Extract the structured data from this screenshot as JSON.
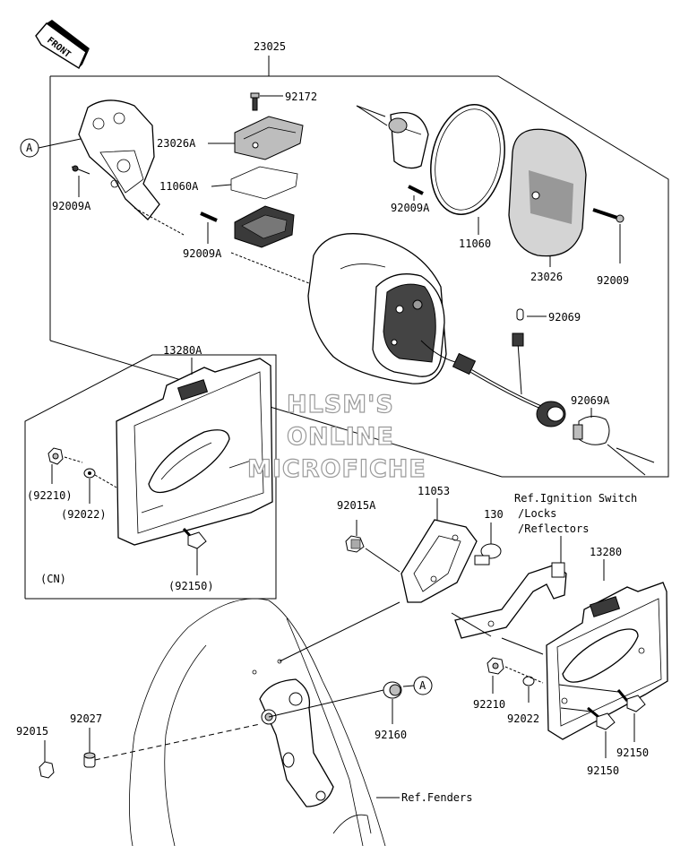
{
  "front_tag": "FRONT",
  "watermark": [
    "HLSM'S",
    "ONLINE",
    "MICROFICHE"
  ],
  "callout": "A",
  "labels": {
    "p23025": "23025",
    "p92172": "92172",
    "p23026A": "23026A",
    "p11060A": "11060A",
    "p92009A_1": "92009A",
    "p92009A_2": "92009A",
    "p92009A_3": "92009A",
    "p11060": "11060",
    "p23026": "23026",
    "p92009": "92009",
    "p92069": "92069",
    "p92069A": "92069A",
    "p13280A": "13280A",
    "p92210_cn": "(92210)",
    "p92022_cn": "(92022)",
    "p92150_cn": "(92150)",
    "cn": "(CN)",
    "p11053": "11053",
    "p92015A": "92015A",
    "p130": "130",
    "ref_ignition_1": "Ref.Ignition Switch",
    "ref_ignition_2": "/Locks",
    "ref_ignition_3": "/Reflectors",
    "p13280": "13280",
    "p92210": "92210",
    "p92022": "92022",
    "p92150_a": "92150",
    "p92150_b": "92150",
    "p92160": "92160",
    "p92015": "92015",
    "p92027": "92027",
    "ref_fenders": "Ref.Fenders"
  }
}
